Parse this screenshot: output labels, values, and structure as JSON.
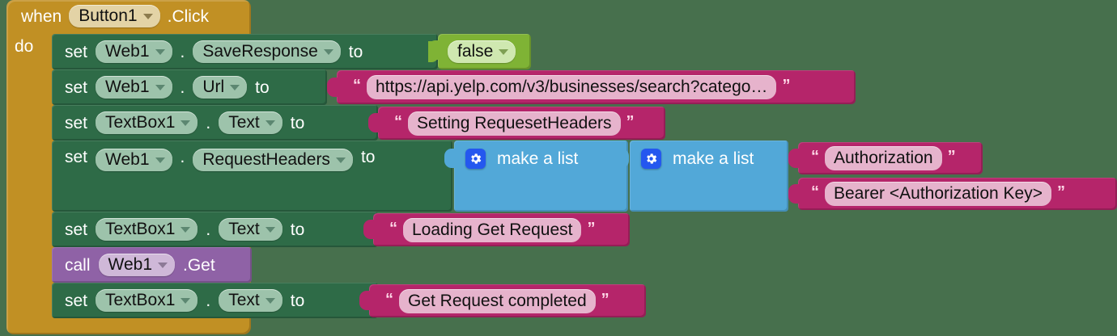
{
  "app": {
    "name": "MIT App Inventor Blocks Editor",
    "canvas_background": "#47704d"
  },
  "colors": {
    "event_block": "#c19024",
    "statement_block": "#2e6b47",
    "call_block": "#8f62a6",
    "text_block": "#b5256a",
    "boolean_block": "#7fb335",
    "list_block": "#52a8d8",
    "gear_badge": "#2457ef"
  },
  "event": {
    "when_label": "when",
    "component": "Button1",
    "event_name": ".Click",
    "do_label": "do"
  },
  "statements": [
    {
      "keyword": "set",
      "component": "Web1",
      "dot": ".",
      "property": "SaveResponse",
      "to_label": "to",
      "value_kind": "boolean",
      "value": "false"
    },
    {
      "keyword": "set",
      "component": "Web1",
      "dot": ".",
      "property": "Url",
      "to_label": "to",
      "value_kind": "text",
      "value": "https://api.yelp.com/v3/businesses/search?catego…"
    },
    {
      "keyword": "set",
      "component": "TextBox1",
      "dot": ".",
      "property": "Text",
      "to_label": "to",
      "value_kind": "text",
      "value": "Setting RequesetHeaders"
    },
    {
      "keyword": "set",
      "component": "Web1",
      "dot": ".",
      "property": "RequestHeaders",
      "to_label": "to",
      "value_kind": "list",
      "outer_list_label": "make a list",
      "inner_list_label": "make a list",
      "inner_items": [
        "Authorization",
        "Bearer <Authorization Key>"
      ]
    },
    {
      "keyword": "set",
      "component": "TextBox1",
      "dot": ".",
      "property": "Text",
      "to_label": "to",
      "value_kind": "text",
      "value": "Loading Get Request"
    },
    {
      "keyword": "call",
      "component": "Web1",
      "method": ".Get",
      "value_kind": "none"
    },
    {
      "keyword": "set",
      "component": "TextBox1",
      "dot": ".",
      "property": "Text",
      "to_label": "to",
      "value_kind": "text",
      "value": "Get Request completed"
    }
  ],
  "icons": {
    "gear": "gear-icon",
    "dropdown": "chevron-down-icon",
    "quote_open": "“",
    "quote_close": "”"
  }
}
